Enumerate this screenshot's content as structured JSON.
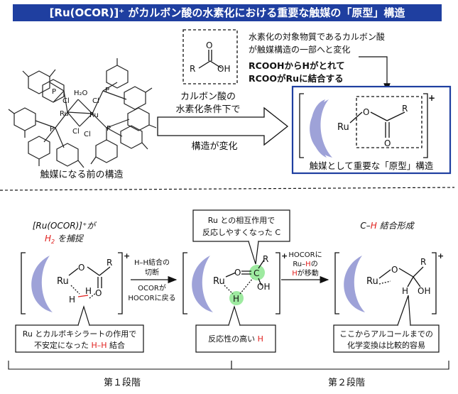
{
  "header": {
    "title": "[Ru(OCOR)]⁺ がカルボン酸の水素化における重要な触媒の「原型」構造"
  },
  "top": {
    "precatalyst": {
      "label": "触媒になる前の構造",
      "atoms": {
        "ru": "Ru",
        "cl": "Cl",
        "p": "P",
        "h2o": "H₂O"
      }
    },
    "arrow_top": "カルボン酸の",
    "arrow_mid": "水素化条件下で",
    "arrow_bottom": "構造が変化",
    "acid_box": {
      "r": "R",
      "o": "O",
      "oh": "OH"
    },
    "note_line1": "水素化の対象物質であるカルボン酸",
    "note_line2": "が触媒構造の一部へと変化",
    "note_line3": "RCOOHからHがとれて",
    "note_line4": "RCOOがRuに結合する",
    "prototype": {
      "caption": "触媒として重要な「原型」構造",
      "ru": "Ru",
      "o": "O",
      "r": "R",
      "plus": "+"
    }
  },
  "bottom": {
    "stage1": {
      "title1": "[Ru(OCOR)]⁺が",
      "title2_h": "H",
      "title2_sub": "2",
      "title2_rest": " を捕捉",
      "callout1": "Ru とカルボキシラートの作用で",
      "callout2a": "不安定になった ",
      "callout2b": "H–H",
      "callout2c": " 結合",
      "arrow_l1": "H–H結合の",
      "arrow_l2": "切断",
      "arrow_l3": "OCORが",
      "arrow_l4": "HOCORに戻る"
    },
    "intermediate": {
      "callout1": "Ru との相互作用で",
      "callout2": "反応しやすくなった C",
      "h_callout_a": "反応性の高い ",
      "h_callout_b": "H"
    },
    "stage2": {
      "arrow_l1": "HOCORに",
      "arrow_l2a": "Ru–",
      "arrow_l2b": "H",
      "arrow_l2c": "の",
      "arrow_l3a": "H",
      "arrow_l3b": "が移動",
      "title1": "C–",
      "title2": "H",
      "title3": " 結合形成",
      "callout1": "ここからアルコールまでの",
      "callout2": "化学変換は比較的容易"
    },
    "phase1": "第１段階",
    "phase2": "第２段階",
    "atoms": {
      "ru": "Ru",
      "o": "O",
      "c": "C",
      "r": "R",
      "h": "H",
      "oh": "OH",
      "plus": "+"
    }
  },
  "colors": {
    "header_bg": "#1f3fa0",
    "crescent": "#9ea2d8",
    "highlight_green": "#9eeaa0",
    "red": "#e0201e",
    "box_blue": "#1f3fa0"
  }
}
